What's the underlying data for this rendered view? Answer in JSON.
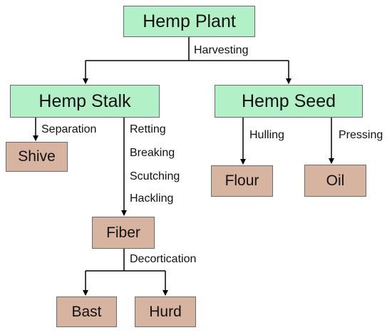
{
  "nodes": {
    "plant": "Hemp Plant",
    "stalk": "Hemp Stalk",
    "seed": "Hemp Seed",
    "shive": "Shive",
    "fiber": "Fiber",
    "flour": "Flour",
    "oil": "Oil",
    "bast": "Bast",
    "hurd": "Hurd"
  },
  "labels": {
    "harvesting": "Harvesting",
    "separation": "Separation",
    "retting": "Retting",
    "breaking": "Breaking",
    "scutching": "Scutching",
    "hackling": "Hackling",
    "hulling": "Hulling",
    "pressing": "Pressing",
    "decortication": "Decortication"
  },
  "colors": {
    "green_node": "#b2f0c7",
    "tan_node": "#d7b4a0",
    "connector": "#000000"
  }
}
